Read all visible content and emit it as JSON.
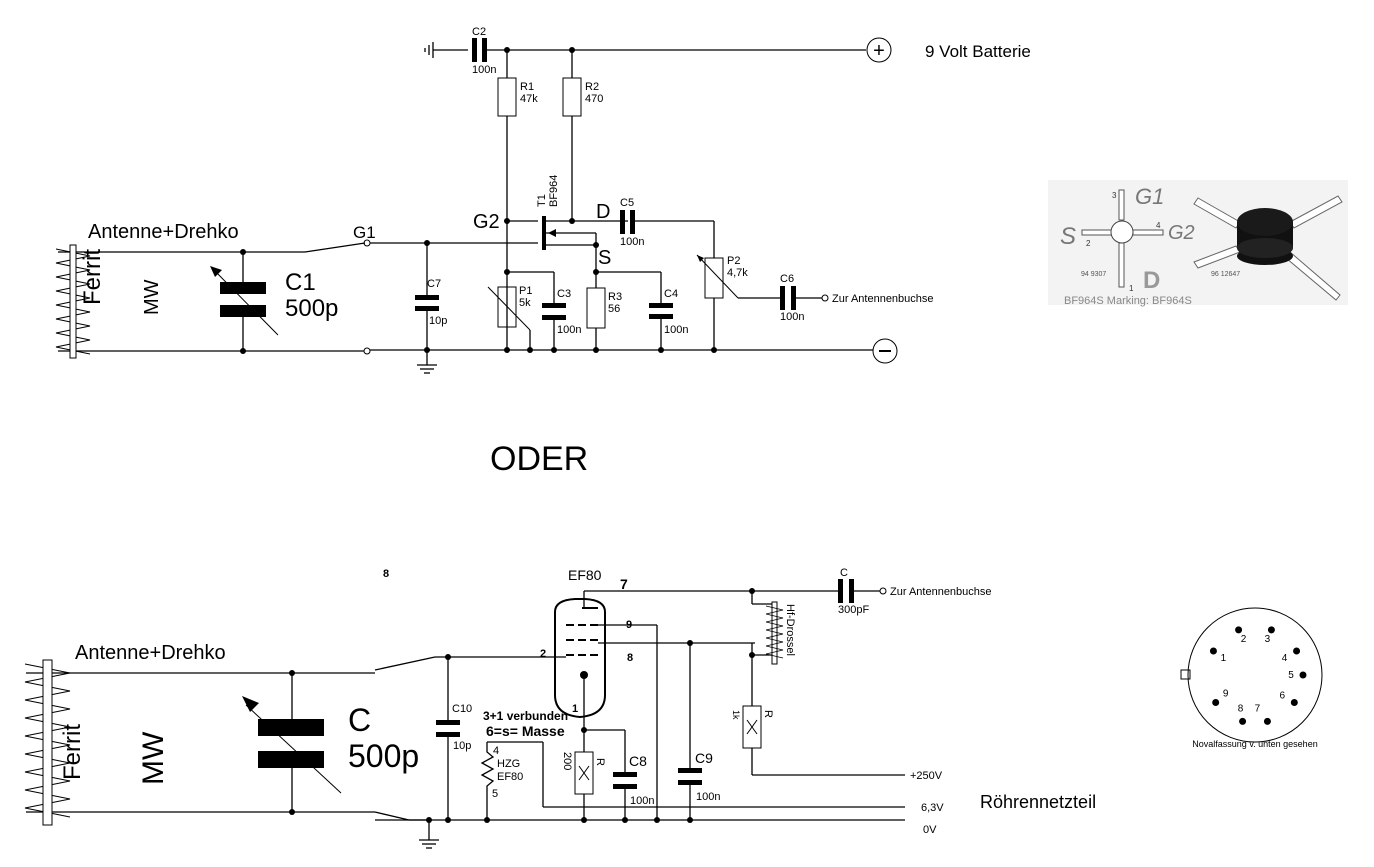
{
  "circuit1": {
    "battery_label": "9 Volt Batterie",
    "plus_symbol": "+",
    "minus_symbol": "−",
    "antenna_label": "Antenne+Drehko",
    "ferrit_label": "Ferrit",
    "band_label": "MW",
    "g1_label": "G1",
    "g2_label": "G2",
    "d_label": "D",
    "s_label": "S",
    "output_label": "Zur Antennenbuchse",
    "transistor": {
      "name": "T1",
      "type": "BF964"
    },
    "components": {
      "C1": {
        "name": "C1",
        "value": "500p"
      },
      "C2": {
        "name": "C2",
        "value": "100n"
      },
      "C3": {
        "name": "C3",
        "value": "100n"
      },
      "C4": {
        "name": "C4",
        "value": "100n"
      },
      "C5": {
        "name": "C5",
        "value": "100n"
      },
      "C6": {
        "name": "C6",
        "value": "100n"
      },
      "C7": {
        "name": "C7",
        "value": "10p"
      },
      "R1": {
        "name": "R1",
        "value": "47k"
      },
      "R2": {
        "name": "R2",
        "value": "470"
      },
      "R3": {
        "name": "R3",
        "value": "56"
      },
      "P1": {
        "name": "P1",
        "value": "5k"
      },
      "P2": {
        "name": "P2",
        "value": "4,7k"
      }
    }
  },
  "separator": "ODER",
  "pinout_photo": {
    "pin_labels": {
      "g1": "G1",
      "g2": "G2",
      "s": "S",
      "d": "D"
    },
    "pin_numbers": [
      "1",
      "2",
      "3",
      "4"
    ],
    "code_left": "94 9307",
    "code_right": "96 12647",
    "caption": "BF964S Marking: BF964S"
  },
  "circuit2": {
    "antenna_label": "Antenne+Drehko",
    "ferrit_label": "Ferrit",
    "band_label": "MW",
    "tube_label": "EF80",
    "stray_label": "8",
    "pins": {
      "p1": "1",
      "p2": "2",
      "p7": "7",
      "p8": "8",
      "p9": "9",
      "heater_top": "4",
      "heater_bottom": "5"
    },
    "note1": "3+1 verbunden",
    "note2": "6=s= Masse",
    "heater": {
      "name": "HZG",
      "type": "EF80"
    },
    "choke_label": "Hf-Drossel",
    "output_label": "Zur Antennenbuchse",
    "components": {
      "C": {
        "name": "C",
        "value": "500p"
      },
      "C10": {
        "name": "C10",
        "value": "10p"
      },
      "C8": {
        "name": "C8",
        "value": "100n"
      },
      "C9": {
        "name": "C9",
        "value": "100n"
      },
      "Cout": {
        "name": "C",
        "value": "300pF"
      },
      "Rk": {
        "name": "R",
        "value": "200"
      },
      "Ra": {
        "name": "R",
        "value": "1k"
      }
    },
    "rails": {
      "hv": "+250V",
      "heater": "6,3V",
      "ground": "0V"
    },
    "psu_label": "Röhrennetzteil"
  },
  "noval_socket": {
    "pins": [
      "1",
      "2",
      "3",
      "4",
      "5",
      "6",
      "7",
      "8",
      "9"
    ],
    "caption": "Novalfassung v. unten gesehen"
  }
}
